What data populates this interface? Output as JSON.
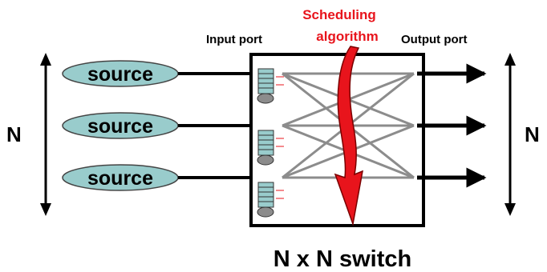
{
  "diagram": {
    "sources": [
      "source",
      "source",
      "source"
    ],
    "left_n": "N",
    "right_n": "N",
    "input_port_label": "Input port",
    "output_port_label": "Output port",
    "scheduling_label_line1": "Scheduling",
    "scheduling_label_line2": "algorithm",
    "caption": "N x N switch",
    "colors": {
      "source_fill": "#99cccc",
      "scheduler": "#e8141c",
      "mesh": "#8c8c8c",
      "queue_fill": "#99cccc",
      "queue_base": "#8c8c8c"
    }
  }
}
